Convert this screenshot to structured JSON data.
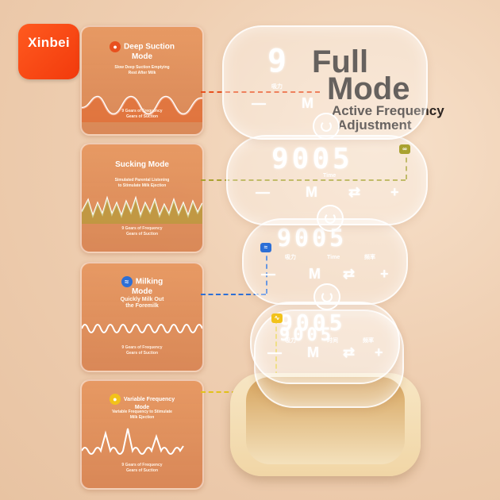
{
  "brand": {
    "name": "Xinbei"
  },
  "headline": {
    "line1": "Full",
    "line2": "Mode",
    "sub1": "Active Frequency",
    "sub2": "Adjustment"
  },
  "modes": [
    {
      "title1": "Deep Suction",
      "title2": "Mode",
      "desc1": "Slow Deep Suction Emptying",
      "desc2": "Rest After Milk",
      "foot1": "9 Gears of Frequency",
      "foot2": "Gears of Suction",
      "icon": "droplet-icon",
      "accent": "#e8501e"
    },
    {
      "title1": "Sucking Mode",
      "title2": "",
      "desc1": "Simulated Parental Listening",
      "desc2": "to Stimulate Milk Ejection",
      "foot1": "9 Gears of Frequency",
      "foot2": "Gears of Suction",
      "icon": "",
      "accent": "#a9a130"
    },
    {
      "title1": "Milking",
      "title2": "Mode",
      "desc1": "Quickly Milk Out",
      "desc2": "the Foremilk",
      "foot1": "9 Gears of Frequency",
      "foot2": "Gears of Suction",
      "icon": "wave-icon",
      "accent": "#2d6fd6"
    },
    {
      "title1": "Variable Frequency",
      "title2": "Mode",
      "desc1": "Variable Frequency to Stimulate",
      "desc2": "Milk Ejection",
      "foot1": "9 Gears of Frequency",
      "foot2": "Gears of Suction",
      "icon": "lightbulb-icon",
      "accent": "#f2c21a"
    }
  ],
  "device": {
    "displays": [
      {
        "digits": "9",
        "label1": "吸力",
        "label2": ""
      },
      {
        "digits": "9005",
        "label1": "Time",
        "label2": ""
      },
      {
        "digits": "9005",
        "label1": "吸力",
        "label2": "Time",
        "label3": "频率"
      },
      {
        "digits": "9005",
        "label1": "吸力",
        "label2": "时间",
        "label3": "频率"
      },
      {
        "digits": "9005",
        "label1": "吸力",
        "label2": "时间",
        "label3": "频率"
      }
    ],
    "controls": {
      "minus": "—",
      "m": "M",
      "swap": "⇄",
      "plus": "+"
    }
  }
}
